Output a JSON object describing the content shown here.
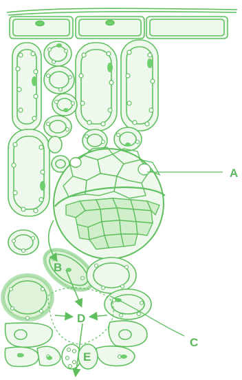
{
  "diagram": {
    "colors": {
      "outline": "#5fbf5f",
      "fill_light": "#e8f6e4",
      "fill_mid": "#cfeec9",
      "nucleus": "#6fcf6f",
      "label": "#5cb85c"
    },
    "labels": {
      "A": "A",
      "B": "B",
      "C": "C",
      "D": "D",
      "E": "E"
    }
  }
}
